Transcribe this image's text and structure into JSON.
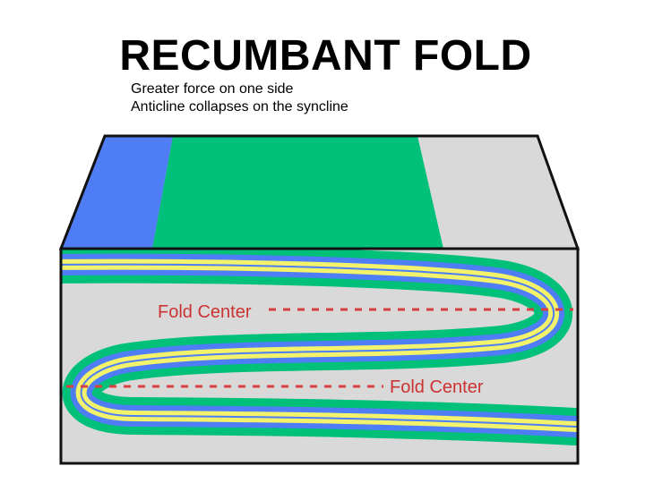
{
  "title": "RECUMBANT FOLD",
  "bullets": [
    "Greater force on one side",
    "Anticline collapses on the syncline"
  ],
  "labels": {
    "fold_center_upper": "Fold Center",
    "fold_center_lower": "Fold Center"
  },
  "colors": {
    "background": "#d9d9d9",
    "green": "#00c07a",
    "blue": "#4f7df5",
    "yellow": "#f2f26b",
    "outline": "#111111",
    "dashed_line": "#d94141"
  }
}
